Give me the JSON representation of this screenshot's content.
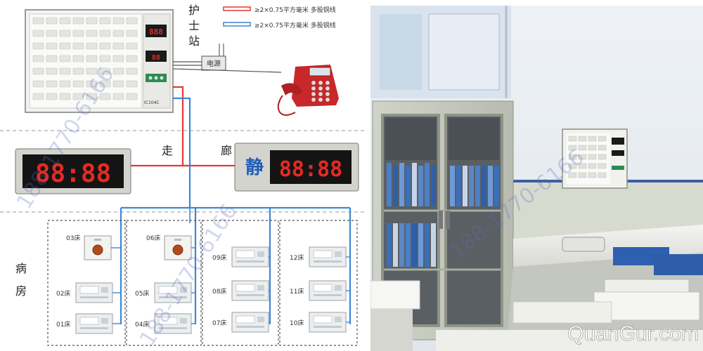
{
  "legend": {
    "red_wire": "≥2×0.75平方毫米 多股铜线",
    "blue_wire": "≥2×0.75平方毫米 多股铜线"
  },
  "colors": {
    "red_wire": "#e53935",
    "blue_wire": "#3f86d6",
    "led": "#e52a22"
  },
  "nurse_station": {
    "label_chars": [
      "护",
      "士",
      "站"
    ],
    "panel_model": "IC104C",
    "power_label": "电源"
  },
  "corridor": {
    "label_left": "走",
    "label_right": "廊",
    "left_display": "88:88",
    "right_display_icon": "静",
    "right_display": "88:88"
  },
  "ward": {
    "label_chars": [
      "病",
      "房"
    ],
    "beds": [
      "03床",
      "02床",
      "01床",
      "06床",
      "05床",
      "04床",
      "09床",
      "08床",
      "07床",
      "12床",
      "11床",
      "10床"
    ]
  },
  "watermarks": {
    "phone": "188-1770-6166",
    "site": "QuanGur.com"
  },
  "icons": [
    "phone-icon",
    "call-switch-icon",
    "bed-terminal-icon",
    "led-display-icon"
  ]
}
